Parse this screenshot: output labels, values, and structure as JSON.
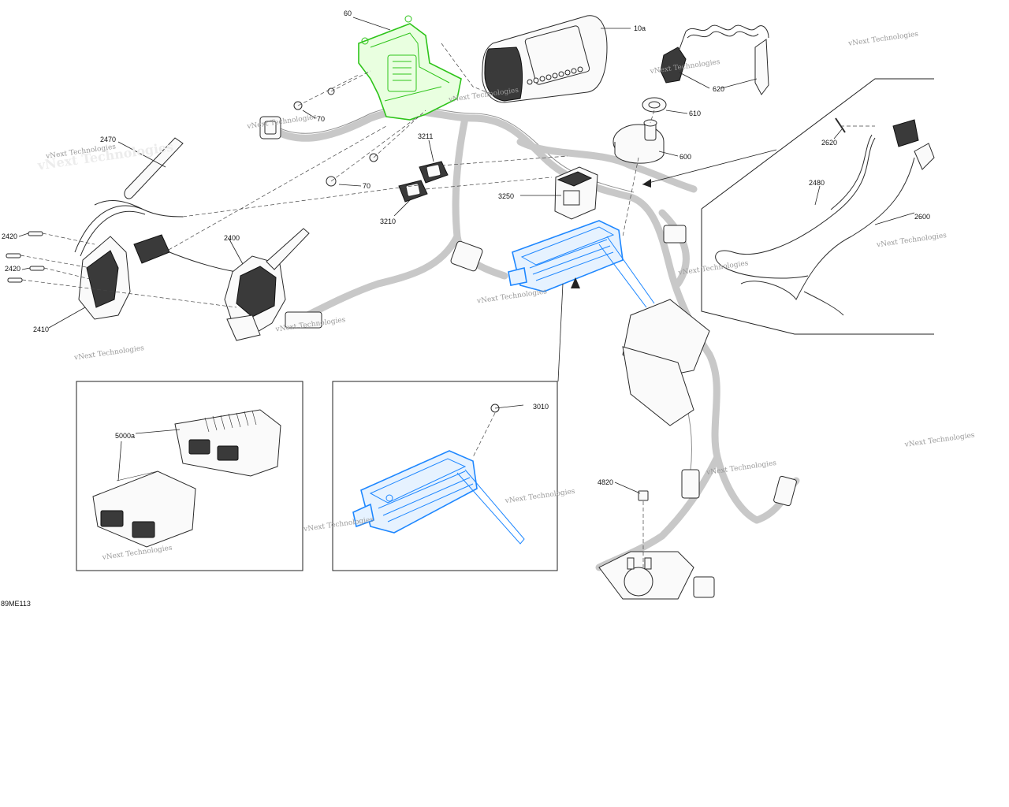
{
  "diagram_code": "89ME113",
  "watermark": "vNext Technologies",
  "callouts": {
    "c60": "60",
    "c10a": "10a",
    "c620": "620",
    "c610": "610",
    "c600": "600",
    "c70a": "70",
    "c70b": "70",
    "c3211": "3211",
    "c3210": "3210",
    "c3250": "3250",
    "c2470": "2470",
    "c2420a": "2420",
    "c2420b": "2420",
    "c2400": "2400",
    "c2410": "2410",
    "c2620": "2620",
    "c2480": "2480",
    "c2600": "2600",
    "c5000a": "5000a",
    "c3010": "3010",
    "c4820": "4820"
  },
  "colors": {
    "highlight_green": "#2ec41a",
    "highlight_blue": "#1e87ff",
    "line": "#222222",
    "watermark": "#9a9a9a"
  }
}
